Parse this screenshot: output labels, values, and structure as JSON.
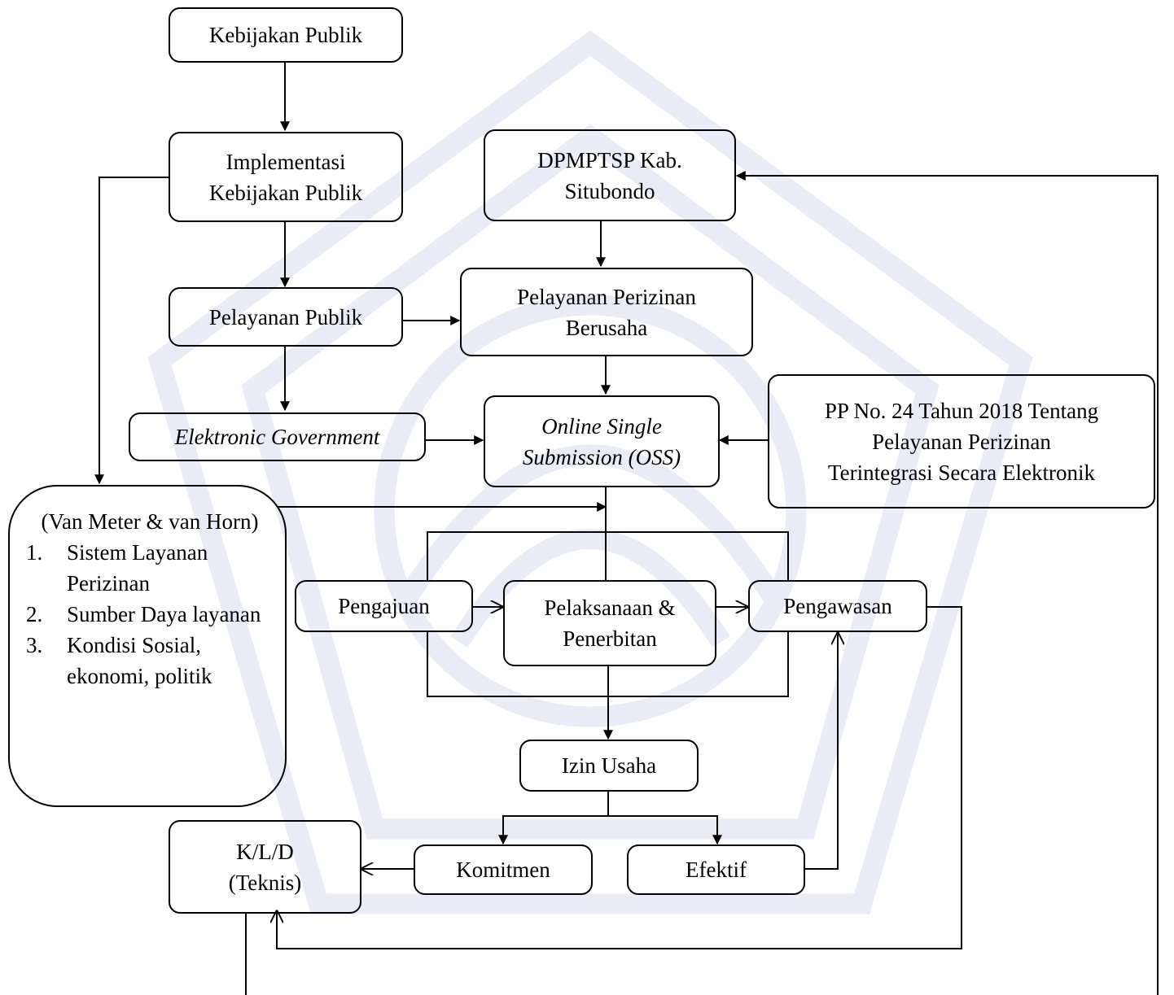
{
  "nodes": {
    "kebijakan": "Kebijakan Publik",
    "implementasi": [
      "Implementasi",
      "Kebijakan Publik"
    ],
    "pelayanan_publik": "Pelayanan Publik",
    "egov": "Elektronic Government",
    "dpmptsp": [
      "DPMPTSP Kab.",
      "Situbondo"
    ],
    "perizinan_berusaha": [
      "Pelayanan Perizinan",
      "Berusaha"
    ],
    "oss": [
      "Online Single",
      "Submission (OSS)"
    ],
    "pp": [
      "PP No. 24 Tahun 2018 Tentang",
      "Pelayanan Perizinan",
      "Terintegrasi Secara Elektronik"
    ],
    "pengajuan": "Pengajuan",
    "pelaksanaan": [
      "Pelaksanaan &",
      "Penerbitan"
    ],
    "pengawasan": "Pengawasan",
    "izin": "Izin Usaha",
    "komitmen": "Komitmen",
    "efektif": "Efektif",
    "kld": [
      "K/L/D",
      "(Teknis)"
    ]
  },
  "van_meter": {
    "title": "(Van Meter & van Horn)",
    "items": [
      {
        "num": "1.",
        "text": "Sistem Layanan Perizinan"
      },
      {
        "num": "2.",
        "text": "Sumber Daya layanan"
      },
      {
        "num": "3.",
        "text": "Kondisi Sosial, ekonomi, politik"
      }
    ]
  },
  "colors": {
    "line": "#000000",
    "watermark": "#e9ecf6"
  }
}
